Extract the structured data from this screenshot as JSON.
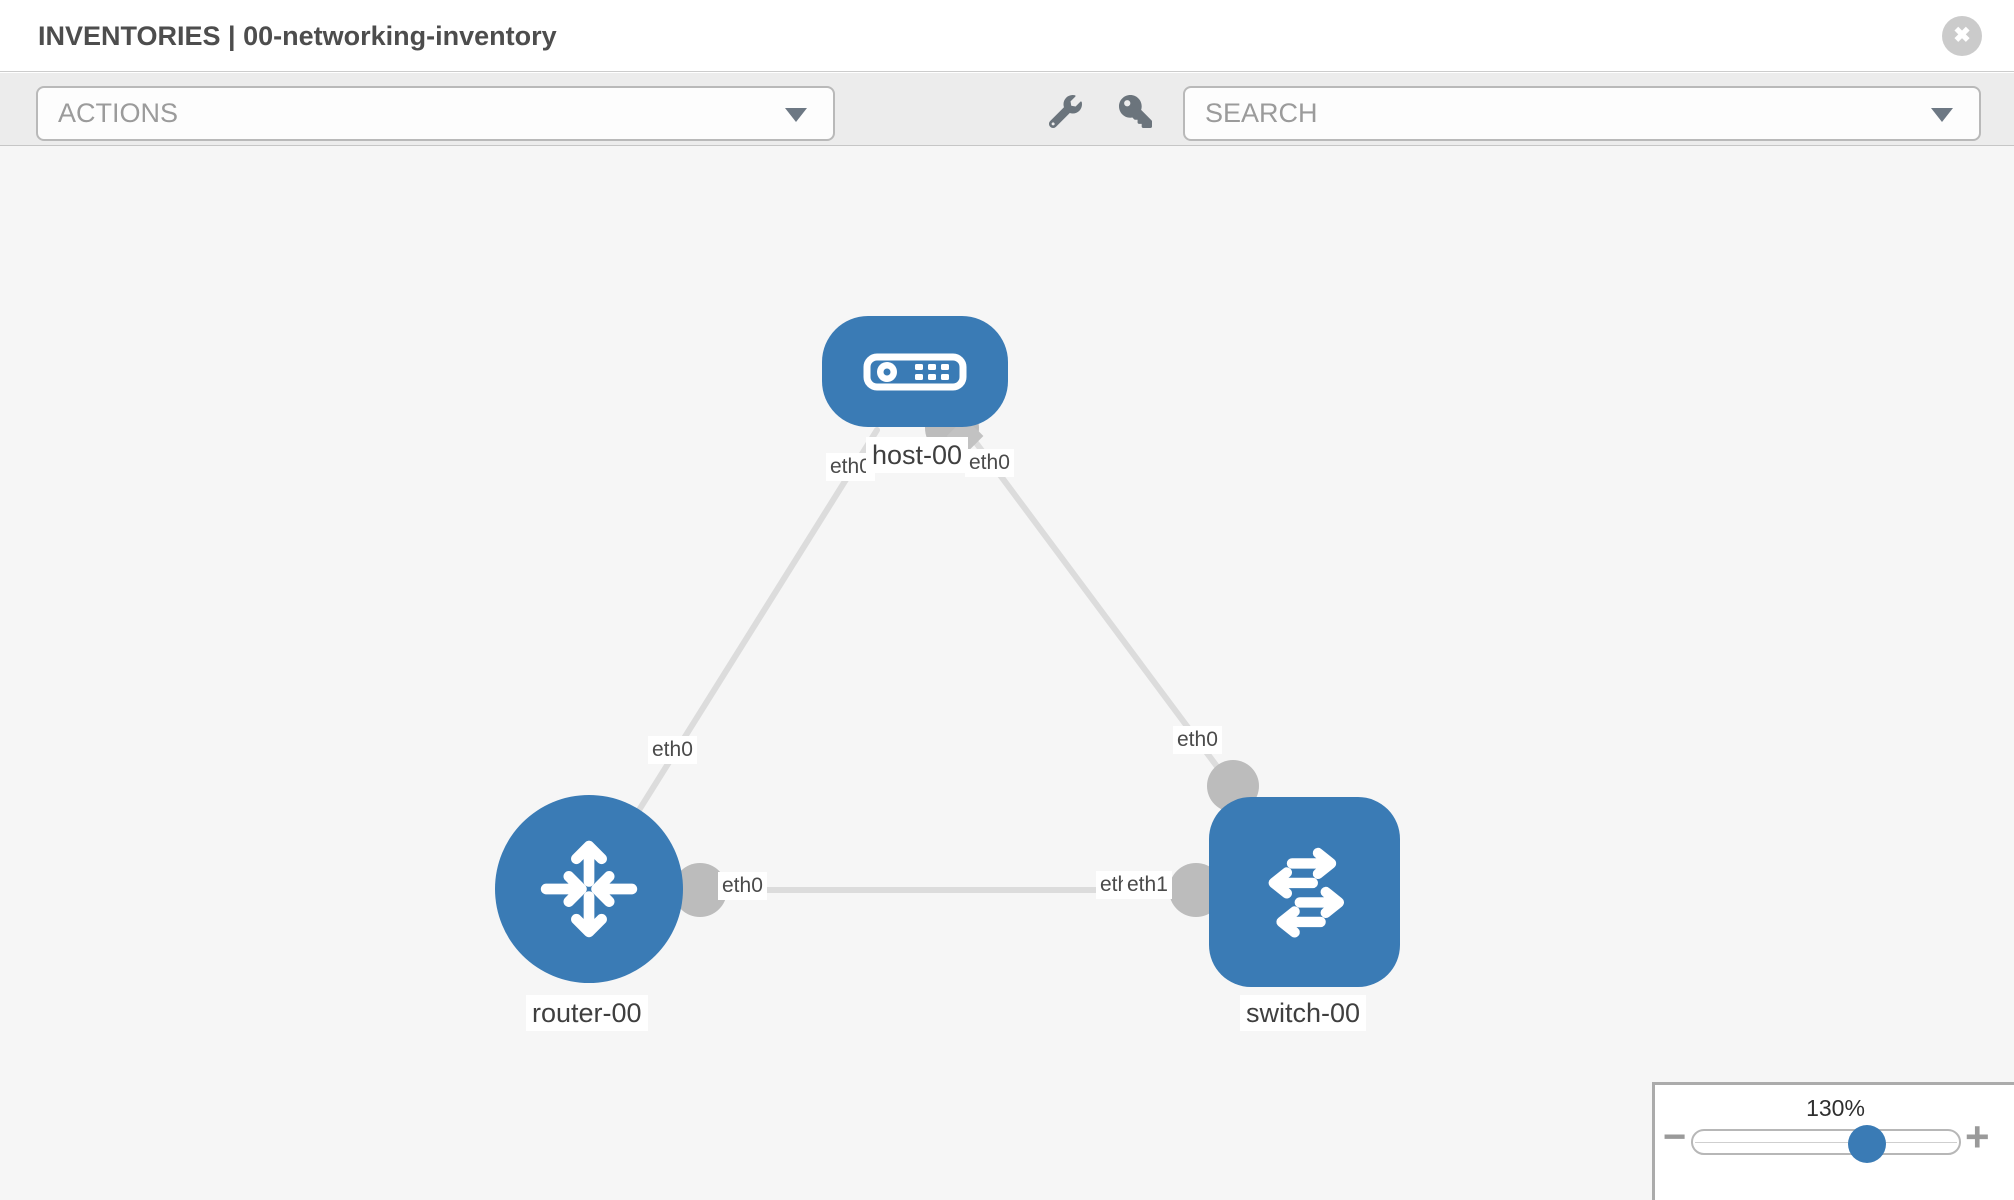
{
  "header": {
    "title": "INVENTORIES | 00-networking-inventory",
    "close_glyph": "✖"
  },
  "toolbar": {
    "actions_label": "ACTIONS",
    "search_label": "SEARCH"
  },
  "diagram": {
    "nodes": {
      "host": {
        "label": "host-00",
        "type": "host"
      },
      "router": {
        "label": "router-00",
        "type": "router"
      },
      "switch": {
        "label": "switch-00",
        "type": "switch"
      }
    },
    "interfaces": {
      "host_to_router_host_end": "eth0",
      "host_to_switch_host_end": "eth0",
      "host_to_router_router_end": "eth0",
      "host_to_switch_switch_end": "eth0",
      "router_to_switch_router_end": "eth0",
      "router_to_switch_switch_end_back": "eth0",
      "router_to_switch_switch_end_front": "eth1"
    },
    "links": [
      {
        "from": "host-00",
        "to": "router-00"
      },
      {
        "from": "host-00",
        "to": "switch-00"
      },
      {
        "from": "router-00",
        "to": "switch-00"
      }
    ]
  },
  "zoom_control": {
    "level": "130%",
    "minus_glyph": "−",
    "plus_glyph": "+"
  },
  "colors": {
    "node_blue": "#3a7bb5",
    "link_gray": "#dcdcdc",
    "connector_gray": "#bcbcbc",
    "canvas_bg": "#f6f6f6",
    "toolbar_bg": "#ececec",
    "title_gray": "#4d4d4d"
  }
}
